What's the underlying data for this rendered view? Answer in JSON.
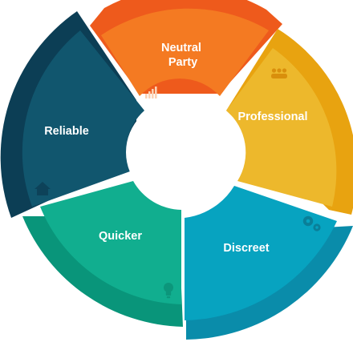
{
  "segments": [
    {
      "id": "neutral-party",
      "lines": [
        "Neutral",
        "Party"
      ],
      "icon": "bar-chart-icon",
      "colors": {
        "main": "#F47A22",
        "rim": "#EE5A1C",
        "icon": "#FBD2B4"
      }
    },
    {
      "id": "professional",
      "lines": [
        "Professional"
      ],
      "icon": "people-icon",
      "colors": {
        "main": "#EDB82C",
        "rim": "#E8A310",
        "icon": "#D98F0C"
      }
    },
    {
      "id": "discreet",
      "lines": [
        "Discreet"
      ],
      "icon": "gears-icon",
      "colors": {
        "main": "#07A3C0",
        "rim": "#0A8CAA",
        "icon": "#0A7F98"
      }
    },
    {
      "id": "quicker",
      "lines": [
        "Quicker"
      ],
      "icon": "lightbulb-icon",
      "colors": {
        "main": "#11AE8F",
        "rim": "#09957A",
        "icon": "#0C967B"
      }
    },
    {
      "id": "reliable",
      "lines": [
        "Reliable"
      ],
      "icon": "home-icon",
      "colors": {
        "main": "#11566E",
        "rim": "#0C3E55",
        "icon": "#0D4259"
      }
    }
  ]
}
